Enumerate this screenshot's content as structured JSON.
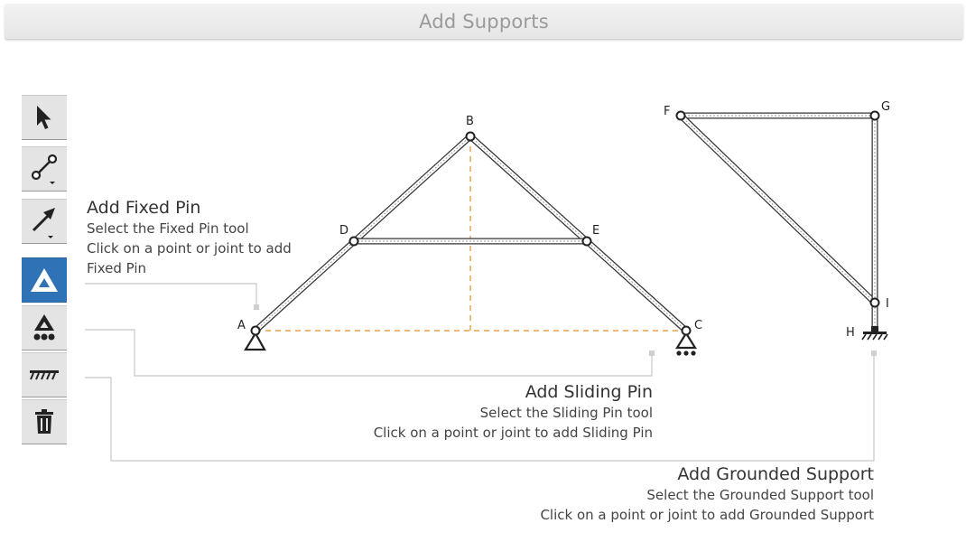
{
  "window": {
    "title": "Add Supports"
  },
  "toolbar": {
    "tools": [
      {
        "name": "select",
        "icon": "cursor-icon"
      },
      {
        "name": "member",
        "icon": "member-icon"
      },
      {
        "name": "load",
        "icon": "force-arrow-icon"
      },
      {
        "name": "fixed-pin",
        "icon": "fixed-pin-icon",
        "active": true
      },
      {
        "name": "sliding-pin",
        "icon": "sliding-pin-icon"
      },
      {
        "name": "grounded-support",
        "icon": "grounded-support-icon"
      },
      {
        "name": "delete",
        "icon": "trash-icon"
      }
    ]
  },
  "diagram": {
    "joints": [
      "A",
      "B",
      "C",
      "D",
      "E",
      "F",
      "G",
      "H",
      "I"
    ]
  },
  "callouts": {
    "fixed_pin": {
      "title": "Add Fixed Pin",
      "line1": "Select the Fixed Pin tool",
      "line2": "Click on a point or joint to add",
      "line3": "Fixed Pin"
    },
    "sliding_pin": {
      "title": "Add Sliding Pin",
      "line1": "Select the Sliding Pin tool",
      "line2": "Click on a point or joint to add Sliding Pin"
    },
    "grounded_support": {
      "title": "Add Grounded Support",
      "line1": "Select the Grounded Support tool",
      "line2": "Click on a point or joint to add Grounded Support"
    }
  },
  "colors": {
    "accent": "#2f72b5",
    "guide": "#e8a04a",
    "leader": "#c8c8c8"
  }
}
